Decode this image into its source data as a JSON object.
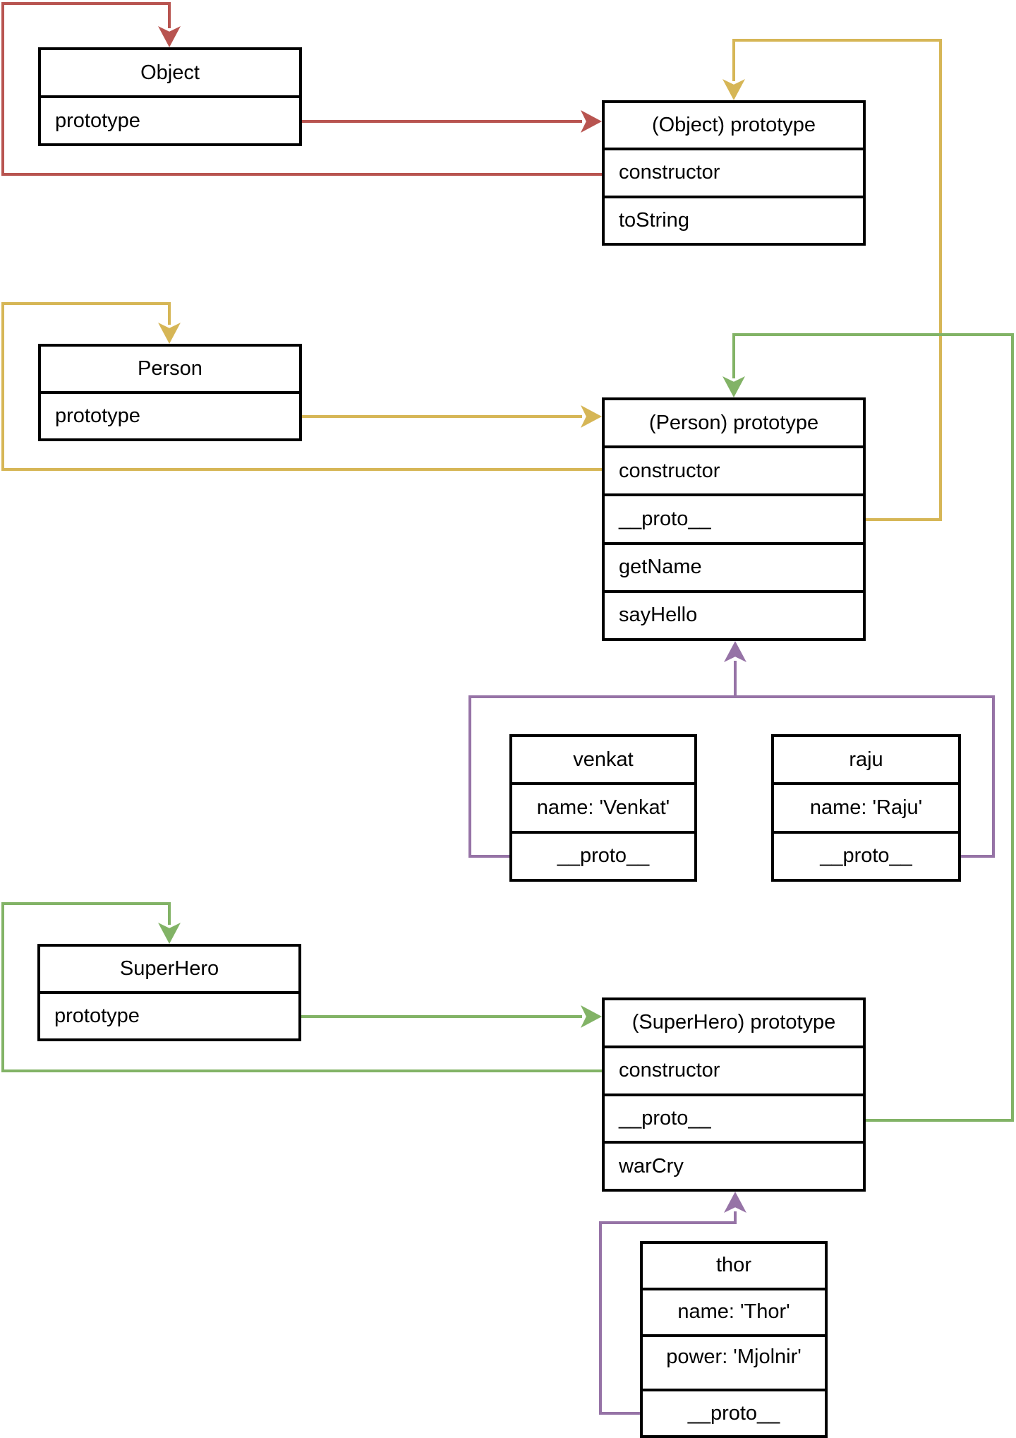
{
  "colors": {
    "red": "#b85450",
    "yellow": "#d6b656",
    "green": "#82b366",
    "purple": "#9673a6",
    "box_border": "#000000",
    "box_fill": "#ffffff"
  },
  "boxes": {
    "object": {
      "title": "Object",
      "rows": [
        "prototype"
      ]
    },
    "object_prototype": {
      "title": "(Object) prototype",
      "rows": [
        "constructor",
        "toString"
      ]
    },
    "person": {
      "title": "Person",
      "rows": [
        "prototype"
      ]
    },
    "person_prototype": {
      "title": "(Person) prototype",
      "rows": [
        "constructor",
        "__proto__",
        "getName",
        "sayHello"
      ]
    },
    "venkat": {
      "title": "venkat",
      "rows": [
        "name: 'Venkat'",
        "__proto__"
      ]
    },
    "raju": {
      "title": "raju",
      "rows": [
        "name: 'Raju'",
        "__proto__"
      ]
    },
    "superhero": {
      "title": "SuperHero",
      "rows": [
        "prototype"
      ]
    },
    "superhero_prototype": {
      "title": "(SuperHero) prototype",
      "rows": [
        "constructor",
        "__proto__",
        "warCry"
      ]
    },
    "thor": {
      "title": "thor",
      "rows": [
        "name: 'Thor'",
        "power: 'Mjolnir'",
        "__proto__"
      ]
    }
  },
  "connections": [
    {
      "from": "Object.prototype",
      "to": "(Object) prototype",
      "color": "red"
    },
    {
      "from": "(Object) prototype.constructor",
      "to": "Object",
      "color": "red"
    },
    {
      "from": "Person.prototype",
      "to": "(Person) prototype",
      "color": "yellow"
    },
    {
      "from": "(Person) prototype.constructor",
      "to": "Person",
      "color": "yellow"
    },
    {
      "from": "(Person) prototype.__proto__",
      "to": "(Object) prototype",
      "color": "yellow"
    },
    {
      "from": "SuperHero.prototype",
      "to": "(SuperHero) prototype",
      "color": "green"
    },
    {
      "from": "(SuperHero) prototype.constructor",
      "to": "SuperHero",
      "color": "green"
    },
    {
      "from": "(SuperHero) prototype.__proto__",
      "to": "(Person) prototype",
      "color": "green"
    },
    {
      "from": "venkat.__proto__",
      "to": "(Person) prototype",
      "color": "purple"
    },
    {
      "from": "raju.__proto__",
      "to": "(Person) prototype",
      "color": "purple"
    },
    {
      "from": "thor.__proto__",
      "to": "(SuperHero) prototype",
      "color": "purple"
    }
  ]
}
